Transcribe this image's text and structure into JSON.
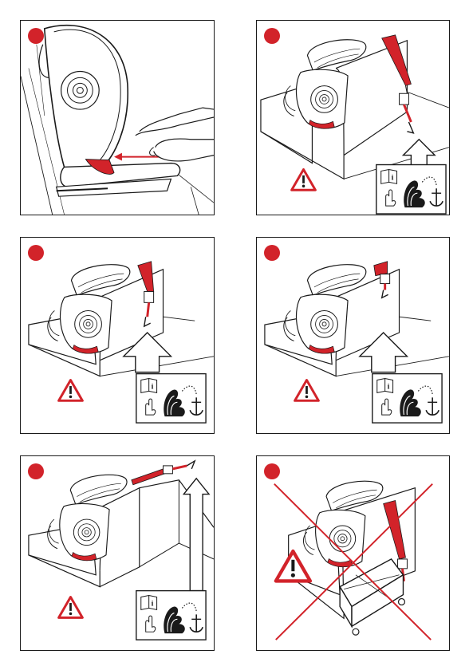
{
  "colors": {
    "accent": "#d2232a",
    "line": "#1a1a1a",
    "shade": "#e9e9e9"
  },
  "panels": [
    {
      "id": 1,
      "scene": "seat-push-into-isofix",
      "icons": []
    },
    {
      "id": 2,
      "scene": "top-tether-upper",
      "icons": [
        "warning-triangle",
        "manual-book",
        "hand-finger",
        "car-seat",
        "anchor"
      ]
    },
    {
      "id": 3,
      "scene": "top-tether-middle",
      "icons": [
        "warning-triangle",
        "manual-book",
        "hand-finger",
        "car-seat",
        "anchor"
      ]
    },
    {
      "id": 4,
      "scene": "top-tether-short",
      "icons": [
        "warning-triangle",
        "manual-book",
        "hand-finger",
        "car-seat",
        "anchor"
      ]
    },
    {
      "id": 5,
      "scene": "top-tether-trunk-floor",
      "icons": [
        "warning-triangle",
        "manual-book",
        "hand-finger",
        "car-seat",
        "anchor"
      ]
    },
    {
      "id": 6,
      "scene": "incorrect-luggage",
      "icons": [
        "warning-triangle",
        "cross-out"
      ]
    }
  ]
}
